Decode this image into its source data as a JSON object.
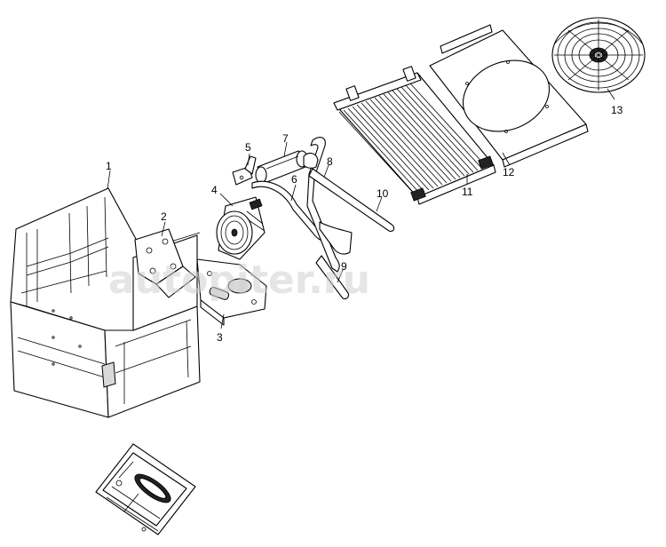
{
  "diagram": {
    "callouts": [
      "1",
      "2",
      "3",
      "4",
      "5",
      "6",
      "7",
      "8",
      "9",
      "10",
      "11",
      "12",
      "13"
    ],
    "watermark": "autopiter.ru"
  }
}
